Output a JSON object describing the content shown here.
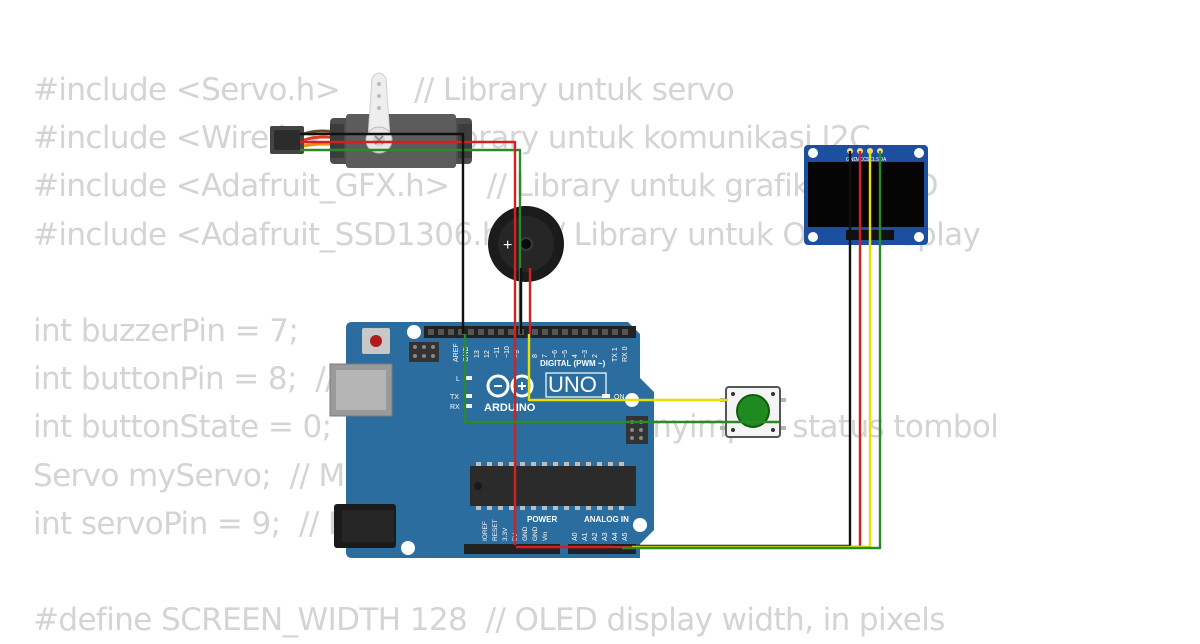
{
  "code_lines": [
    "#include <Servo.h>        // Library untuk servo",
    "#include <Wire.h>         // Library untuk komunikasi I2C",
    "#include <Adafruit_GFX.h>    // Library untuk grafik di OLED",
    "#include <Adafruit_SSD1306.h>  // Library untuk OLED display",
    "",
    "int buzzerPin = 7;",
    "int buttonPin = 8;  // Pin tombol",
    "int buttonState = 0;  // Variabel untuk menyimpan status tombol",
    "Servo myServo;  // Membuat objek servo",
    "int servoPin = 9;  // Pin servo",
    "",
    "#define SCREEN_WIDTH 128  // OLED display width, in pixels"
  ],
  "arduino": {
    "brand": "ARDUINO",
    "model": "UNO",
    "digital_label": "DIGITAL (PWM ~)",
    "power_label": "POWER",
    "analog_label": "ANALOG IN",
    "aref": "AREF",
    "gnd": "GND",
    "digital_pins": [
      "13",
      "12",
      "~11",
      "~10",
      "~9",
      "8",
      "7",
      "~6",
      "~5",
      "4",
      "~3",
      "2",
      "TX 1",
      "RX 0"
    ],
    "power_pins": [
      "IOREF",
      "RESET",
      "3.3V",
      "5V",
      "GND",
      "GND",
      "Vin"
    ],
    "analog_pins": [
      "A0",
      "A1",
      "A2",
      "A3",
      "A4",
      "A5"
    ],
    "led_l": "L",
    "led_tx": "TX",
    "led_rx": "RX",
    "led_on": "ON"
  },
  "oled": {
    "pins": [
      "GND",
      "VCC",
      "SCL",
      "SDA"
    ]
  },
  "colors": {
    "code_text": "#d4d4d4",
    "board": "#2a6d9e",
    "wire_red": "#d42020",
    "wire_black": "#111111",
    "wire_green": "#2a8a2a",
    "wire_yellow": "#e8e000",
    "button_cap": "#1f8a1f"
  }
}
